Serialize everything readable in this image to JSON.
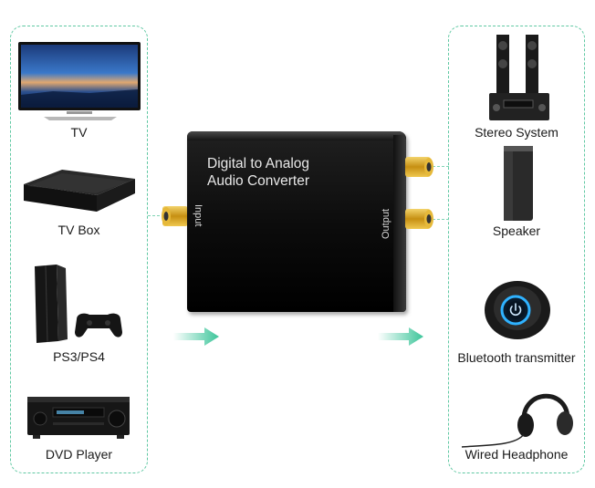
{
  "converter": {
    "title_line1": "Digital to Analog",
    "title_line2": "Audio Converter",
    "input_label": "Input",
    "output_label": "Output"
  },
  "sources": [
    {
      "label": "TV",
      "icon": "tv-icon"
    },
    {
      "label": "TV Box",
      "icon": "tv-box-icon"
    },
    {
      "label": "PS3/PS4",
      "icon": "game-console-icon"
    },
    {
      "label": "DVD Player",
      "icon": "dvd-player-icon"
    }
  ],
  "outputs": [
    {
      "label": "Stereo System",
      "icon": "stereo-system-icon"
    },
    {
      "label": "Speaker",
      "icon": "speaker-icon"
    },
    {
      "label": "Bluetooth transmitter",
      "icon": "bluetooth-transmitter-icon"
    },
    {
      "label": "Wired Headphone",
      "icon": "headphone-icon"
    }
  ],
  "colors": {
    "accent": "#3cc59a",
    "panel_border": "#5fc8a2",
    "jack_gold": "#d9a521",
    "box_black": "#0b0b0b"
  }
}
